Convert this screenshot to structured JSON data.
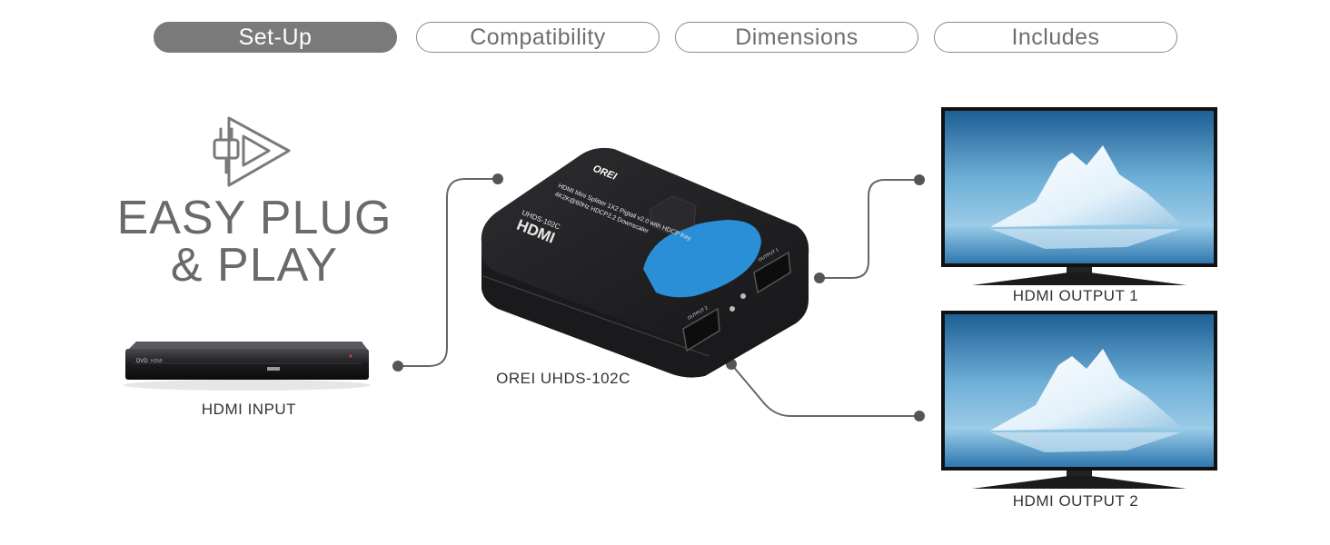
{
  "tabs": [
    {
      "label": "Set-Up",
      "active": true
    },
    {
      "label": "Compatibility",
      "active": false
    },
    {
      "label": "Dimensions",
      "active": false
    },
    {
      "label": "Includes",
      "active": false
    }
  ],
  "headline": {
    "line1": "EASY PLUG",
    "line2": "& PLAY"
  },
  "labels": {
    "input": "HDMI INPUT",
    "device": "OREI UHDS-102C",
    "output1": "HDMI OUTPUT 1",
    "output2": "HDMI OUTPUT 2"
  },
  "device_text": {
    "brand": "OREI",
    "model": "UHDS-102C",
    "line1": "HDMI Mini Splitter 1X2 Pigtail v2.0 with HDCP Key",
    "line2": "4K2K@60Hz HDCP2.2 Downscaler",
    "hdmi": "HDMI",
    "port1": "OUTPUT 1",
    "port2": "OUTPUT 2"
  },
  "dvd_text": {
    "logo": "DVD",
    "brand": "HDMI"
  },
  "colors": {
    "accent_blue": "#2a8fd6",
    "tab_active_bg": "#7a7a7a",
    "line": "#666666"
  }
}
